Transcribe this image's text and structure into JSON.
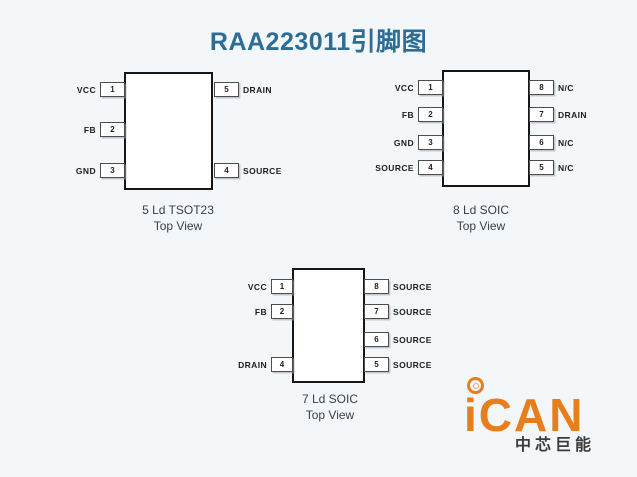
{
  "title": "RAA223011引脚图",
  "colors": {
    "background": "#f3f7fa",
    "title_blue": "#2c6d96",
    "logo_orange": "#e87d1b",
    "pin_text": "#1d1d1d"
  },
  "packages": [
    {
      "name": "5 Ld TSOT23",
      "view": "Top View",
      "left_pins": [
        {
          "num": "1",
          "label": "VCC"
        },
        {
          "num": "2",
          "label": "FB"
        },
        {
          "num": "3",
          "label": "GND"
        }
      ],
      "right_pins": [
        {
          "num": "5",
          "label": "DRAIN"
        },
        {
          "num": "4",
          "label": "SOURCE"
        }
      ]
    },
    {
      "name": "8 Ld SOIC",
      "view": "Top View",
      "left_pins": [
        {
          "num": "1",
          "label": "VCC"
        },
        {
          "num": "2",
          "label": "FB"
        },
        {
          "num": "3",
          "label": "GND"
        },
        {
          "num": "4",
          "label": "SOURCE"
        }
      ],
      "right_pins": [
        {
          "num": "8",
          "label": "N/C"
        },
        {
          "num": "7",
          "label": "DRAIN"
        },
        {
          "num": "6",
          "label": "N/C"
        },
        {
          "num": "5",
          "label": "N/C"
        }
      ]
    },
    {
      "name": "7 Ld SOIC",
      "view": "Top View",
      "left_pins": [
        {
          "num": "1",
          "label": "VCC"
        },
        {
          "num": "2",
          "label": "FB"
        },
        {
          "num": "4",
          "label": "DRAIN"
        }
      ],
      "right_pins": [
        {
          "num": "8",
          "label": "SOURCE"
        },
        {
          "num": "7",
          "label": "SOURCE"
        },
        {
          "num": "6",
          "label": "SOURCE"
        },
        {
          "num": "5",
          "label": "SOURCE"
        }
      ]
    }
  ],
  "logo": {
    "brand": "iCAN",
    "company": "中芯巨能"
  }
}
